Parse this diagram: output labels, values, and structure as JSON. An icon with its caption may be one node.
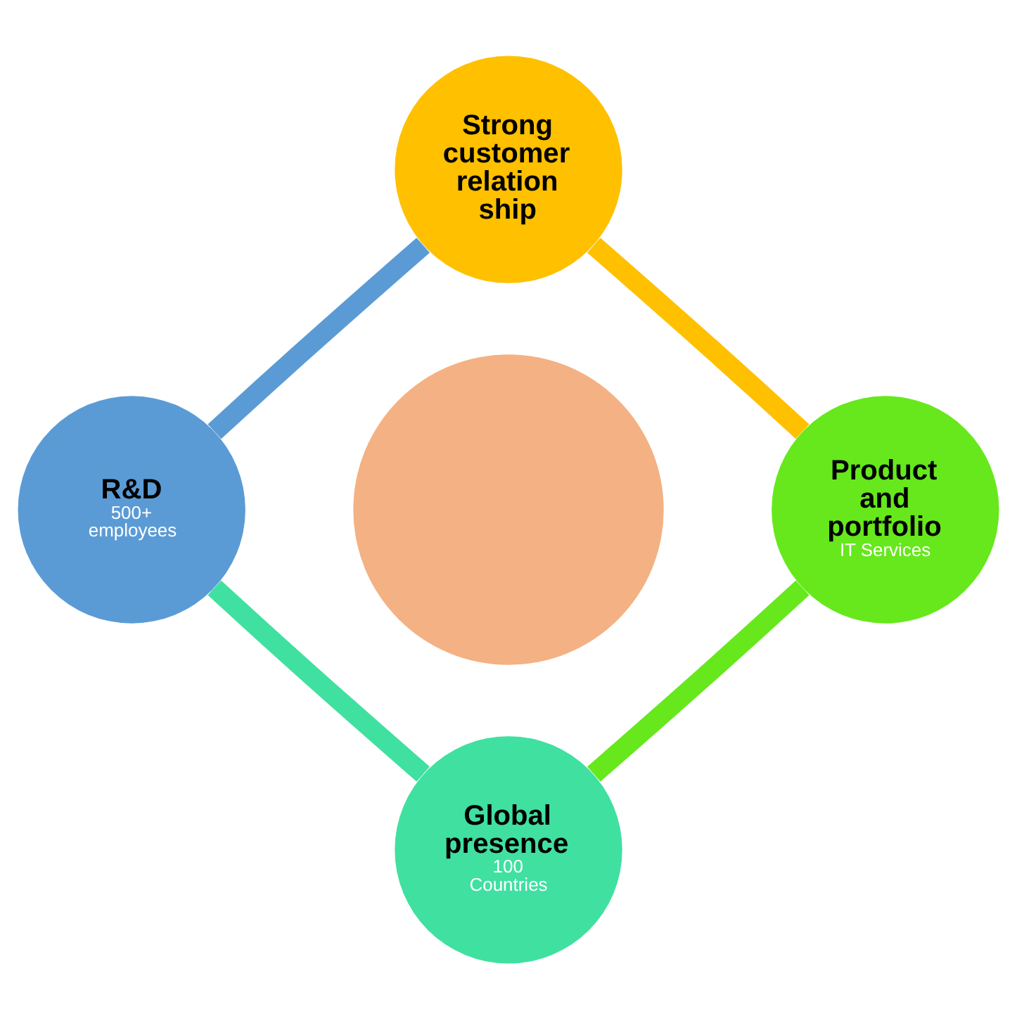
{
  "diagram": {
    "nodes": [
      {
        "text": [
          "Strong customer relation ship"
        ]
      },
      {
        "text": [
          "R&D",
          "500+ employees"
        ]
      },
      {
        "text": [],
        "shape": "circle"
      },
      {
        "text": [
          "Product and portfolio",
          "IT Services"
        ]
      },
      {
        "text": [
          "Global presence",
          "100 Countries"
        ]
      }
    ],
    "edges": [
      {
        "from": 0,
        "to": 3,
        "arrow": "none",
        "color": "#ffc000"
      },
      {
        "from": 3,
        "to": 4,
        "arrow": "none",
        "color": "#66e81c"
      },
      {
        "from": 4,
        "to": 1,
        "arrow": "none",
        "color": "#40e0a0"
      },
      {
        "from": 1,
        "to": 0,
        "arrow": "none",
        "color": "#5b9bd5"
      }
    ]
  }
}
